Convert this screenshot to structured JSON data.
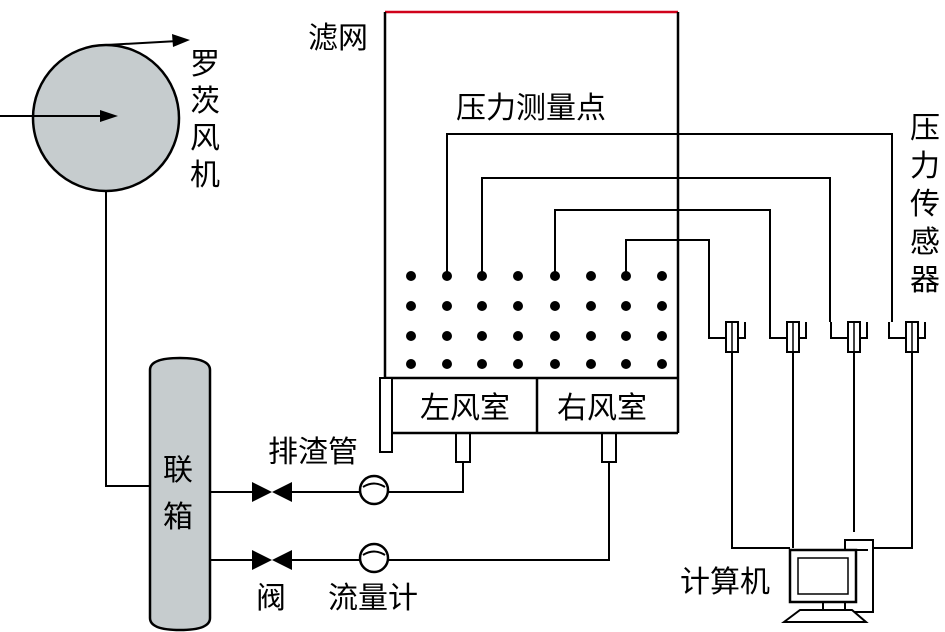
{
  "labels": {
    "roots_blower": "罗茨风机",
    "filter_screen": "滤网",
    "pressure_points": "压力测量点",
    "pressure_sensor": "压力传感器",
    "header_box": "联箱",
    "slag_pipe": "排渣管",
    "left_chamber": "左风室",
    "right_chamber": "右风室",
    "valve": "阀",
    "flowmeter": "流量计",
    "computer": "计算机"
  },
  "colors": {
    "blower_fill": "#c6ccce",
    "header_fill": "#c6ccce",
    "filter_top": "#d0021b",
    "line": "#000000"
  },
  "icons": {
    "valve": "bowtie-valve-icon",
    "flowmeter": "circle-flowmeter-icon",
    "pressure_sensor": "u-tube-manometer-icon",
    "computer": "desktop-computer-icon"
  }
}
